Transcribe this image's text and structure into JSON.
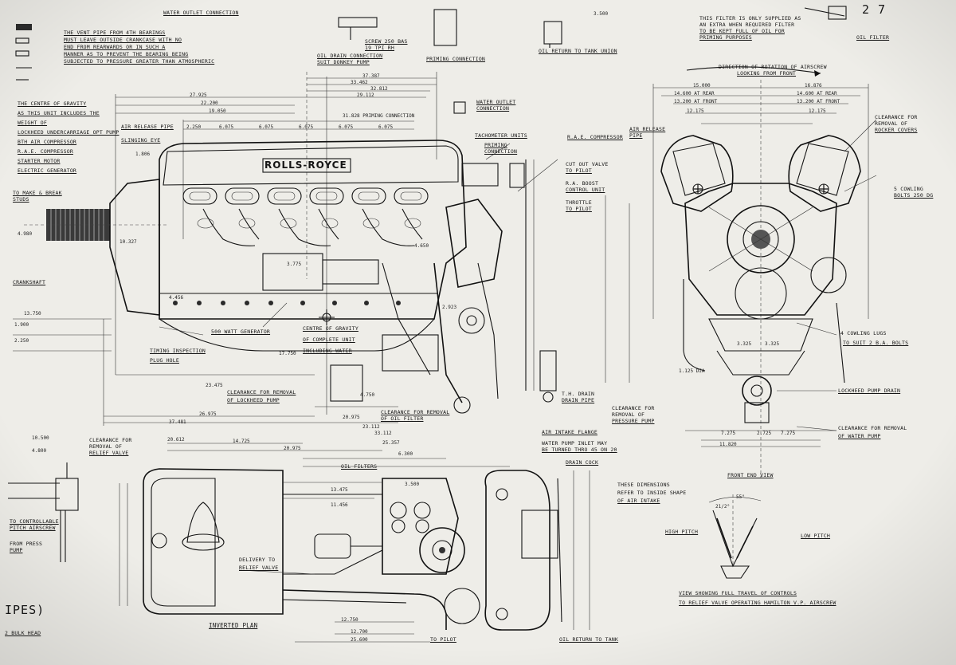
{
  "drawing": {
    "brand_plate": "ROLLS-ROYCE",
    "page_fragment": "IPES)",
    "page_mark": "2 7",
    "left_notes": {
      "vent_pipe": [
        "THE VENT PIPE FROM 4TH BEARINGS",
        "MUST LEAVE OUTSIDE CRANKCASE WITH NO",
        "END FROM REARWARDS OR IN SUCH A",
        "MANNER AS TO PREVENT THE BEARING BEING",
        "SUBJECTED TO PRESSURE GREATER THAN ATMOSPHERIC"
      ],
      "centre_gravity": [
        "THE CENTRE OF GRAVITY",
        "AS THIS UNIT INCLUDES THE",
        "WEIGHT OF",
        "LOCKHEED UNDERCARRIAGE OPT PUMP",
        "BTH AIR COMPRESSOR",
        "R.A.E. COMPRESSOR",
        "STARTER MOTOR",
        "ELECTRIC GENERATOR"
      ],
      "crankshaft": "CRANKSHAFT",
      "make_break": [
        "TO MAKE & BREAK",
        "STUDS"
      ]
    },
    "top_notes": {
      "water_outlet": "WATER OUTLET CONNECTION",
      "oil_drain": [
        "OIL DRAIN CONNECTION",
        "SUIT DONKEY PUMP"
      ],
      "screw": [
        "SCREW 250 BAS",
        "19 TPI RH"
      ],
      "priming": "PRIMING CONNECTION",
      "oil_return": "OIL RETURN TO TANK UNION",
      "filter_note": [
        "THIS FILTER IS ONLY SUPPLIED AS",
        "AN EXTRA WHEN REQUIRED FILTER",
        "TO BE KEPT FULL OF OIL FOR",
        "PRIMING PURPOSES"
      ],
      "oil_filter": "OIL FILTER",
      "water_outlet_2": [
        "WATER OUTLET",
        "CONNECTION"
      ],
      "priming_2": [
        "PRIMING",
        "CONNECTION"
      ],
      "tacho": "TACHOMETER UNITS",
      "rae_comp": "R.A.E. COMPRESSOR",
      "air_release": "AIR RELEASE PIPE",
      "air_release_2": [
        "AIR RELEASE",
        "PIPE"
      ],
      "slinging": "SLINGING EYE",
      "cutout": [
        "CUT OUT VALVE",
        "TO PILOT"
      ],
      "boost": [
        "R.A. BOOST",
        "CONTROL UNIT"
      ],
      "throttle": [
        "THROTTLE",
        "TO PILOT"
      ]
    },
    "side_view": {
      "generator": "500 WATT GENERATOR",
      "centre_gravity": [
        "CENTRE OF GRAVITY",
        "OF COMPLETE UNIT",
        "INCLUDING WATER"
      ],
      "timing": [
        "TIMING INSPECTION",
        "PLUG HOLE"
      ],
      "clearance_lockheed": [
        "CLEARANCE FOR REMOVAL",
        "OF LOCKHEED PUMP"
      ],
      "clearance_oil": [
        "CLEARANCE FOR REMOVAL",
        "OF OIL FILTER"
      ],
      "clearance_pressure": [
        "CLEARANCE FOR",
        "REMOVAL OF",
        "PRESSURE PUMP"
      ],
      "drain_pipe": [
        "T.H. DRAIN",
        "DRAIN PIPE"
      ]
    },
    "front_view": {
      "rotation": [
        "DIRECTION OF ROTATION OF AIRSCREW",
        "LOOKING FROM FRONT"
      ],
      "clearance_rocker": [
        "CLEARANCE FOR",
        "REMOVAL OF",
        "ROCKER COVERS"
      ],
      "cowling_bolts": [
        "5 COWLING",
        "BOLTS 250 DG"
      ],
      "cowling_lugs": [
        "4 COWLING LUGS",
        "TO SUIT 2 B.A. BOLTS"
      ],
      "lockheed_drain": "LOCKHEED PUMP DRAIN",
      "clearance_water": [
        "CLEARANCE FOR REMOVAL",
        "OF WATER PUMP"
      ],
      "caption": "FRONT END VIEW",
      "at_rear": [
        "15.000",
        "14.600 AT REAR",
        "13.200 AT FRONT",
        "12.175"
      ],
      "at_rear_r": [
        "16.876",
        "14.600 AT REAR",
        "13.200 AT FRONT",
        "12.175"
      ]
    },
    "bottom_notes": {
      "oil_filters": "OIL FILTERS",
      "air_intake_flange": "AIR INTAKE FLANGE",
      "water_pump_inlet": [
        "WATER PUMP INLET MAY",
        "BE TURNED THRO 45 ON 20"
      ],
      "drain_cock": "DRAIN COCK",
      "these_dims": [
        "THESE DIMENSIONS",
        "REFER TO INSIDE SHAPE",
        "OF AIR INTAKE"
      ],
      "delivery": [
        "DELIVERY TO",
        "RELIEF VALVE"
      ],
      "inverted_plan": "INVERTED PLAN",
      "to_pilot": "TO PILOT",
      "oil_return_tank": "OIL RETURN TO TANK",
      "bulk_head": "2 BULK HEAD",
      "clearance_relief": [
        "CLEARANCE FOR",
        "REMOVAL OF",
        "RELIEF VALVE"
      ],
      "high_pitch": "HIGH PITCH",
      "low_pitch": "LOW PITCH",
      "controls_caption": [
        "VIEW SHOWING FULL TRAVEL OF CONTROLS",
        "TO RELIEF VALVE OPERATING HAMILTON V.P. AIRSCREW"
      ],
      "hamilton": [
        "TO CONTROLLABLE",
        "PITCH AIRSCREW"
      ],
      "from_press": [
        "FROM PRESS",
        "PUMP"
      ],
      "angle_a": "55°",
      "angle_b": "21/2°"
    },
    "dims_top": [
      "37.387",
      "33.462",
      "32.812",
      "29.112",
      "27.925",
      "22.200",
      "19.050",
      "31.828 PRIMING CONNECTION",
      "2.250",
      "6.075",
      "6.075",
      "6.075",
      "6.075",
      "6.075",
      "1.806",
      "3.775",
      "4.650",
      "2.923",
      "3.500"
    ],
    "dims_side": [
      "23.475",
      "26.975",
      "37.481",
      "20.975",
      "23.112",
      "4.750",
      "17.750",
      "4.456",
      "10.327",
      "13.750",
      "1.900",
      "2.250",
      "4.980"
    ],
    "dims_bottom": [
      "14.725",
      "20.975",
      "25.357",
      "33.112",
      "20.612",
      "13.475",
      "11.456",
      "12.750",
      "12.700",
      "25.600",
      "10.500",
      "4.800",
      "3.500",
      "6.300",
      "7.275",
      "2.725",
      "11.820",
      "7.275",
      "3.325",
      "3.325",
      "1.125 DIA"
    ]
  }
}
